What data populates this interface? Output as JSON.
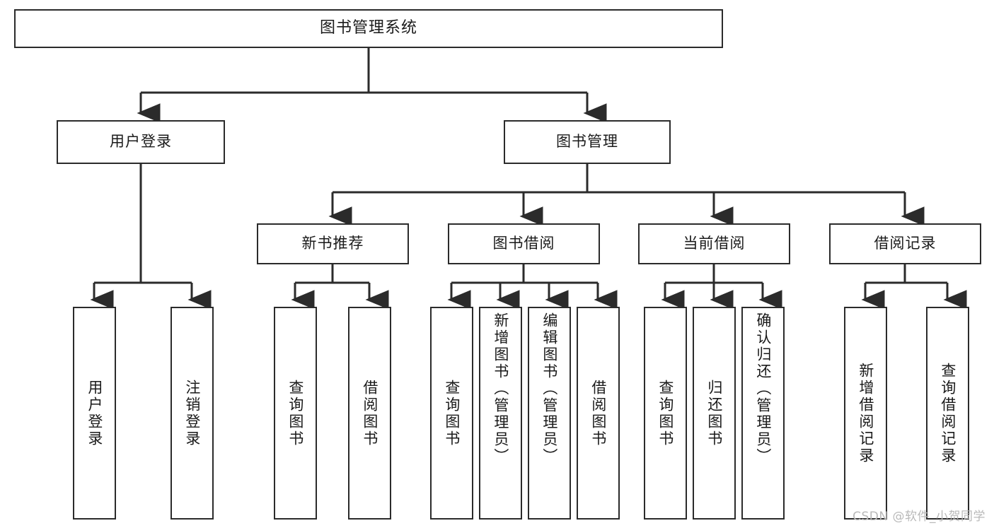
{
  "diagram": {
    "type": "tree",
    "title": "图书管理系统",
    "watermark": "CSDN @软件_小贺同学",
    "root": {
      "label": "图书管理系统"
    },
    "level2": [
      {
        "label": "用户登录"
      },
      {
        "label": "图书管理"
      }
    ],
    "level3": [
      {
        "label": "新书推荐"
      },
      {
        "label": "图书借阅"
      },
      {
        "label": "当前借阅"
      },
      {
        "label": "借阅记录"
      }
    ],
    "leaves": {
      "user_login": [
        {
          "label": "用户登录",
          "align": "middle"
        },
        {
          "label": "注销登录",
          "align": "middle"
        }
      ],
      "new_book": [
        {
          "label": "查询图书",
          "align": "middle"
        },
        {
          "label": "借阅图书",
          "align": "middle"
        }
      ],
      "borrow": [
        {
          "label": "查询图书",
          "align": "middle"
        },
        {
          "label": "新增图书（管理员）",
          "align": "top"
        },
        {
          "label": "编辑图书（管理员）",
          "align": "top"
        },
        {
          "label": "借阅图书",
          "align": "middle"
        }
      ],
      "current": [
        {
          "label": "查询图书",
          "align": "middle"
        },
        {
          "label": "归还图书",
          "align": "middle"
        },
        {
          "label": "确认归还（管理员）",
          "align": "top"
        }
      ],
      "records": [
        {
          "label": "新增借阅记录",
          "align": "middle"
        },
        {
          "label": "查询借阅记录",
          "align": "middle"
        }
      ]
    }
  },
  "colors": {
    "stroke": "#2b2b2b",
    "background": "#ffffff",
    "text": "#1a1a1a",
    "watermark": "#b9b9b9"
  }
}
